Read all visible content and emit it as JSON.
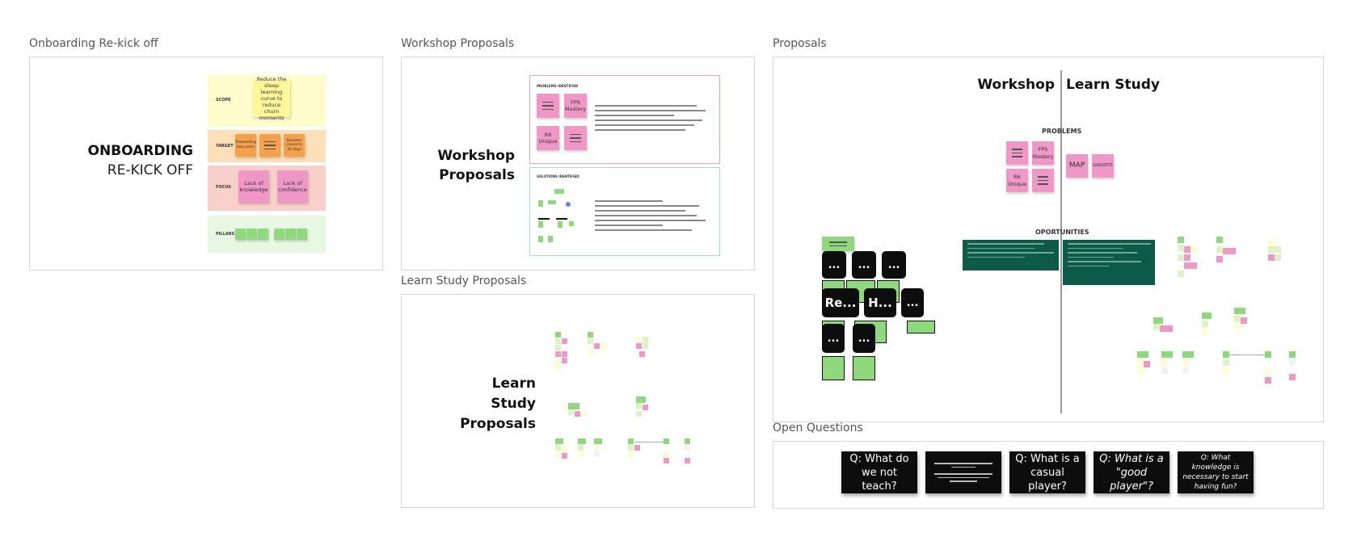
{
  "frames": {
    "onboarding": {
      "title": "Onboarding Re-kick off",
      "heading_bold": "ONBOARDING",
      "heading_light": "RE-KICK OFF",
      "bands": [
        "SCOPE",
        "TARGET",
        "FOCUS",
        "PILLARS"
      ],
      "scope_note": "Reduce the steep learning curve to reduce churn moments",
      "target_notes": [
        "Onboarding new users",
        "Become casual in 30 days"
      ],
      "focus_notes": [
        "Lack of knowledge",
        "Lack of confidence"
      ]
    },
    "workshop": {
      "title": "Workshop Proposals",
      "heading": "Workshop Proposals",
      "problems_label": "PROBLEMS IDENTIFIED",
      "solutions_label": "SOLUTIONS IDENTIFIED",
      "problem_notes": [
        "FPS Mastery",
        "R6 Unique"
      ]
    },
    "learn": {
      "title": "Learn Study Proposals",
      "heading": "Learn Study Proposals"
    },
    "proposals": {
      "title": "Proposals",
      "left_heading": "Workshop",
      "right_heading": "Learn Study",
      "problems_label": "PROBLEMS",
      "opportunities_label": "OPORTUNITIES",
      "problem_notes": [
        "FPS Mastery",
        "R6 Unique",
        "MAP",
        "GADGETS"
      ],
      "black_cards": [
        "...",
        "...",
        "...",
        "Re...",
        "H...",
        "...",
        "...",
        "..."
      ]
    },
    "open_questions": {
      "title": "Open Questions",
      "cards": [
        "Q: What do we not teach?",
        "",
        "Q: What is a casual player?",
        "Q: What is a \"good player\"?",
        "Q: What knowledge is necessary to start having fun?"
      ]
    }
  },
  "colors": {
    "pink": "#ef97c6",
    "yellow": "#fff79a",
    "orange": "#f5a04a",
    "green": "#8fd87d",
    "dark_teal": "#0e5a48"
  }
}
